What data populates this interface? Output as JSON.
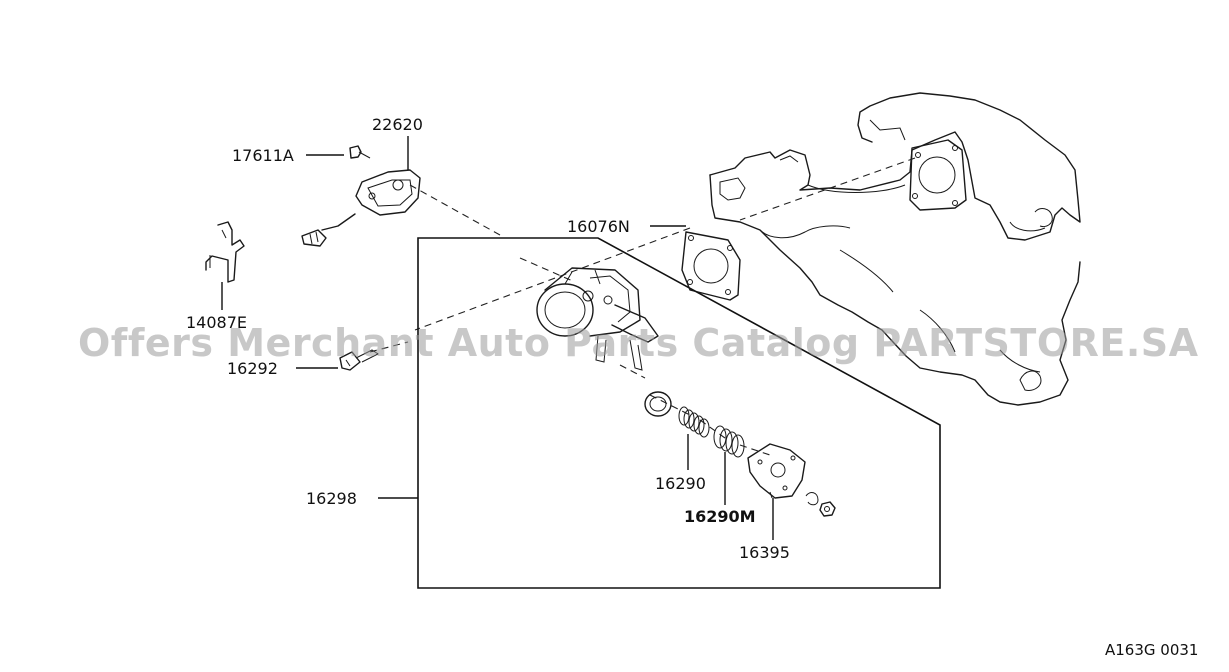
{
  "labels": {
    "p22620": "22620",
    "p17611A": "17611A",
    "p16076N": "16076N",
    "p14087E": "14087E",
    "p16292": "16292",
    "p16298": "16298",
    "p16290": "16290",
    "p16290M": "16290M",
    "p16395": "16395"
  },
  "watermark": "Offers Merchant Auto Parts Catalog PARTSTORE.SA",
  "diagram_code": "A163G 0031"
}
